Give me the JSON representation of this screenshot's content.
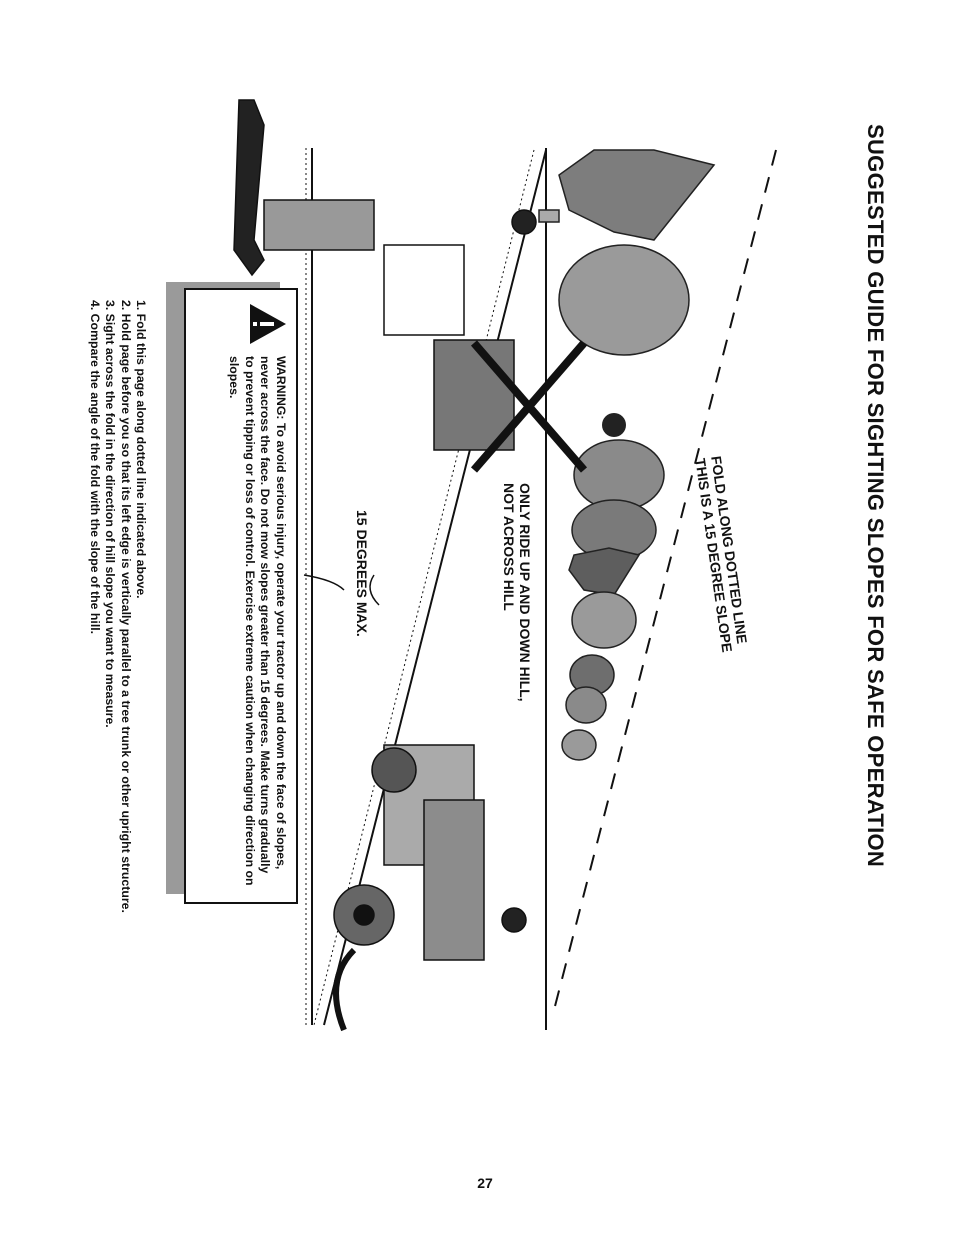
{
  "title": "SUGGESTED GUIDE FOR SIGHTING SLOPES FOR SAFE OPERATION",
  "fold_label": {
    "line1": "FOLD ALONG DOTTED LINE",
    "line2": "THIS IS A 15 DEGREE SLOPE"
  },
  "ride_label": {
    "line1": "ONLY RIDE UP AND DOWN HILL,",
    "line2": "NOT ACROSS HILL"
  },
  "degrees_label": "15 DEGREES MAX.",
  "warning": {
    "icon": "warning-triangle-icon",
    "text": "WARNING: To avoid serious injury, operate your tractor up and down the face of slopes, never across the face. Do not mow slopes greater than 15 degrees. Make turns gradually to prevent tipping or loss of control. Exercise extreme caution when changing direction on slopes."
  },
  "instructions": [
    "1. Fold this page along dotted line indicated above.",
    "2. Hold page before you so that its left edge is vertically parallel to a tree trunk or other upright structure.",
    "3. Sight across the fold in the direction of hill slope you want to measure.",
    "4. Compare the angle of the fold with the slope of the hill."
  ],
  "page_number": "27"
}
